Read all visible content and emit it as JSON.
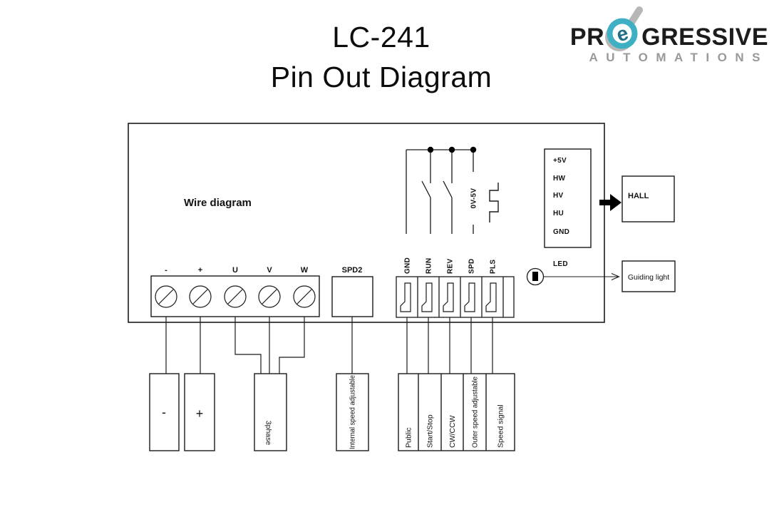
{
  "header": {
    "title_line1": "LC-241",
    "title_line2": "Pin Out Diagram",
    "logo": {
      "prefix": "PR",
      "suffix": "GRESSIVE",
      "sub": "AUTOMATIONS",
      "lens_letter": "e"
    }
  },
  "colors": {
    "accent_teal": "#3fb0c3",
    "logo_dark": "#1c1c1e",
    "logo_gray": "#98999b",
    "line": "#1a1a1a"
  },
  "diagram": {
    "board_label": "Wire diagram",
    "terminal_labels": [
      "-",
      "+",
      "U",
      "V",
      "W"
    ],
    "spd2_label": "SPD2",
    "signal_range_label": "0V-5V",
    "connector_labels": [
      "GND",
      "RUN",
      "REV",
      "SPD",
      "PLS"
    ],
    "hall_pins": [
      "+5V",
      "HW",
      "HV",
      "HU",
      "GND"
    ],
    "hall_label": "HALL",
    "led_label": "LED",
    "guiding_light_label": "Guiding light",
    "bottom_labels": {
      "negative": "-",
      "positive": "+",
      "phase": "3phase",
      "internal": "Internal speed adjustable"
    },
    "function_labels": [
      "Public",
      "Start/Stop",
      "CW/CCW",
      "Outer speed adjustable",
      "Speed signal"
    ]
  }
}
